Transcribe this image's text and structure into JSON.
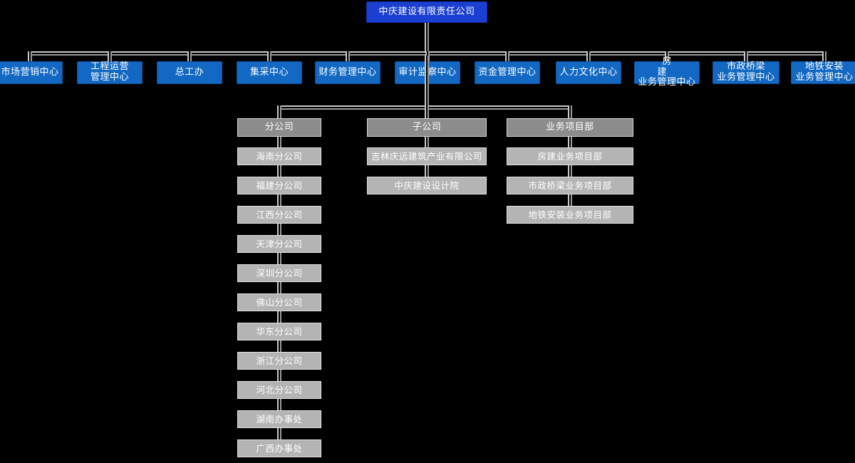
{
  "chart_data": {
    "type": "diagram",
    "diagram_kind": "organization-chart",
    "title": "中庆建设有限责任公司",
    "levels": 3,
    "colors": {
      "root_fill": "#1b3fd1",
      "department_fill": "#1268c3",
      "group_header_fill": "#8c8c8c",
      "leaf_fill": "#b4b4b4",
      "connector": "#b9b9b9",
      "background": "#000000",
      "text": "#ffffff"
    }
  },
  "root": {
    "label": "中庆建设有限责任公司"
  },
  "departments": [
    {
      "label": "市场营销中心",
      "lines": [
        "市场营销中心"
      ]
    },
    {
      "label": "工程运营管理中心",
      "lines": [
        "工程运营",
        "管理中心"
      ]
    },
    {
      "label": "总工办",
      "lines": [
        "总工办"
      ]
    },
    {
      "label": "集采中心",
      "lines": [
        "集采中心"
      ]
    },
    {
      "label": "财务管理中心",
      "lines": [
        "财务管理中心"
      ]
    },
    {
      "label": "审计监察中心",
      "lines": [
        "审计监察中心"
      ]
    },
    {
      "label": "资金管理中心",
      "lines": [
        "资金管理中心"
      ]
    },
    {
      "label": "人力文化中心",
      "lines": [
        "人力文化中心"
      ]
    },
    {
      "label": "房建业务管理中心",
      "lines": [
        "房  建",
        "业务管理中心"
      ]
    },
    {
      "label": "市政桥梁业务管理中心",
      "lines": [
        "市政桥梁",
        "业务管理中心"
      ]
    },
    {
      "label": "地铁安装业务管理中心",
      "lines": [
        "地铁安装",
        "业务管理中心"
      ]
    }
  ],
  "groups": [
    {
      "header": "分公司",
      "children": [
        "海南分公司",
        "福建分公司",
        "江西分公司",
        "天津分公司",
        "深圳分公司",
        "佛山分公司",
        "华东分公司",
        "浙江分公司",
        "河北分公司",
        "湖南办事处",
        "广西办事处"
      ]
    },
    {
      "header": "子公司",
      "children": [
        "吉林庆远建筑产业有限公司",
        "中庆建设设计院"
      ]
    },
    {
      "header": "业务项目部",
      "children": [
        "房建业务项目部",
        "市政桥梁业务项目部",
        "地铁安装业务项目部"
      ]
    }
  ]
}
